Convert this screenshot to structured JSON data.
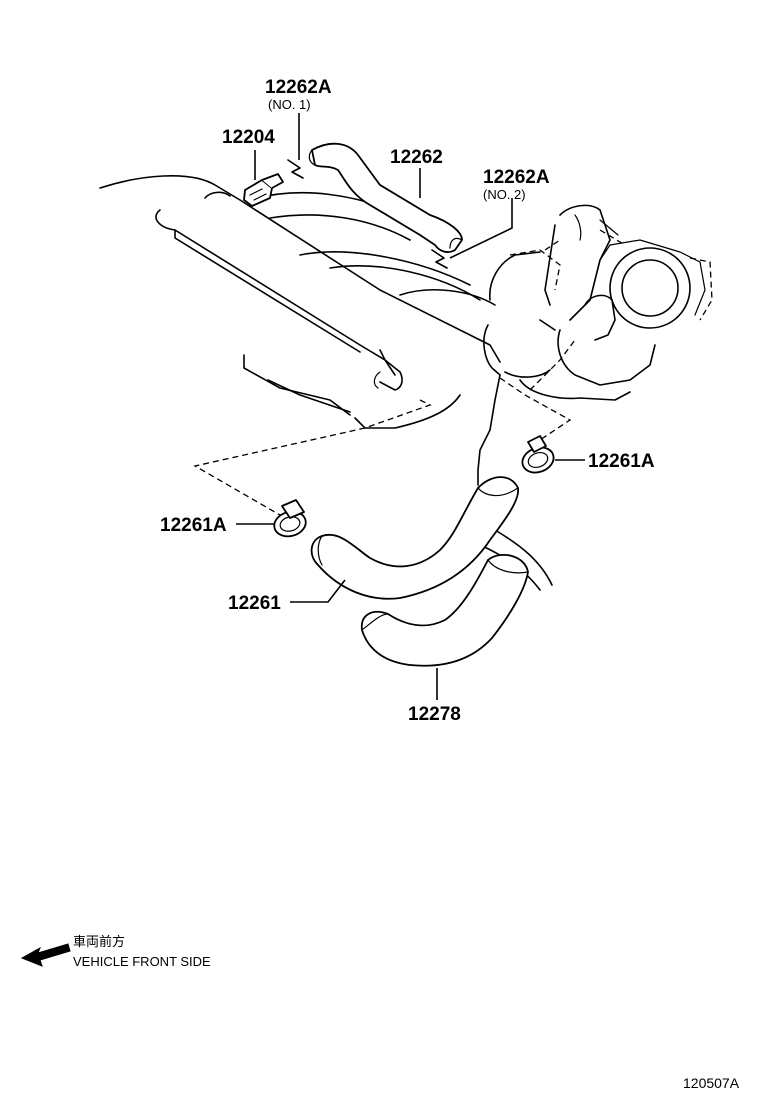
{
  "parts": {
    "p12262a_no1": {
      "number": "12262A",
      "note": "(NO. 1)"
    },
    "p12204": {
      "number": "12204"
    },
    "p12262": {
      "number": "12262"
    },
    "p12262a_no2": {
      "number": "12262A",
      "note": "(NO. 2)"
    },
    "p12261a_right": {
      "number": "12261A"
    },
    "p12261a_left": {
      "number": "12261A"
    },
    "p12261": {
      "number": "12261"
    },
    "p12278": {
      "number": "12278"
    }
  },
  "direction": {
    "label_jp": "車両前方",
    "label_en": "VEHICLE FRONT SIDE",
    "icon": "arrow-left-icon"
  },
  "figure_code": "120507A"
}
